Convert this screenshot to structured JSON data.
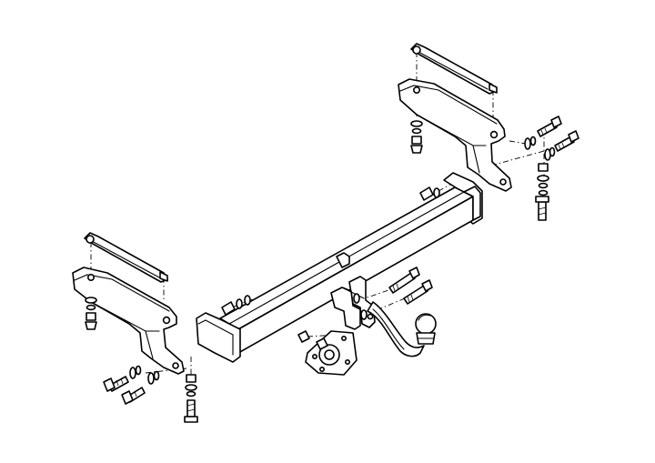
{
  "diagram": {
    "type": "exploded-assembly-drawing",
    "background": "#ffffff",
    "line_color": "#000000",
    "parts": [
      "main-crossbar",
      "left-side-bracket",
      "right-side-bracket",
      "left-clamp-strap",
      "right-clamp-strap",
      "tow-ball-neck",
      "tow-ball",
      "electrical-socket-plate",
      "bolts",
      "nuts",
      "washers"
    ]
  }
}
